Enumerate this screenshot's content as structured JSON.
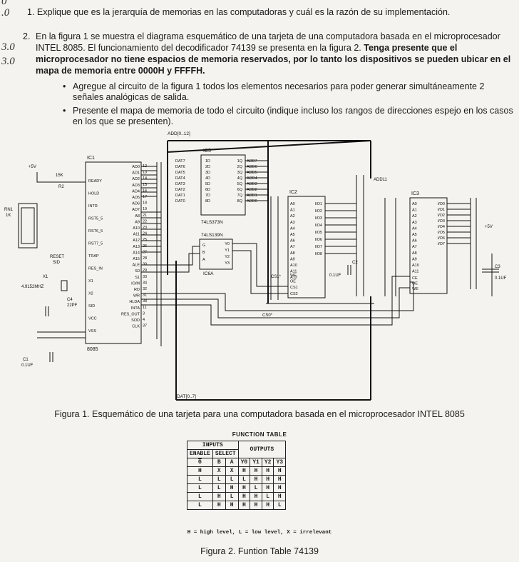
{
  "margin_marks": [
    "0",
    ".0",
    "3.0",
    "3.0"
  ],
  "q1": {
    "num": "1.",
    "text": "Explique que es la jerarquía de memorias en las computadoras y cuál es la razón de su implementación."
  },
  "q2": {
    "num": "2.",
    "text_a": "En la figura 1 se muestra el diagrama esquemático de una tarjeta de una computadora basada en el microprocesador INTEL 8085. El funcionamiento del decodificador 74139 se presenta en la figura 2.",
    "text_b": "Tenga presente que el microprocesador no tiene espacios de memoria reservados, por lo tanto los dispositivos se pueden ubicar en el mapa de memoria entre 0000H y FFFFH.",
    "bullets": [
      "Agregue al circuito de la figura 1 todos los elementos necesarios para poder generar simultáneamente 2 señales analógicas de salida.",
      "Presente el mapa de memoria de todo el circuito (indique incluso los rangos de direcciones espejo en los casos en los que se presenten)."
    ]
  },
  "schematic": {
    "labels": {
      "add_bus": "ADD[0..12]",
      "dat_bus": "DAT[0..7]",
      "ad011": "ADD11",
      "ic1": "IC1",
      "ic2": "IC2",
      "ic3": "IC3",
      "ic5": "IC5",
      "ic6a": "IC6A",
      "cpu": "8085",
      "latch": "74LS373N",
      "dec": "74LS139N",
      "r2": "R2",
      "r2v": "15K",
      "rn1": "RN1",
      "rn1v": "1K",
      "x1": "X1",
      "xtal": "4.9152MHZ",
      "c4": "C4",
      "c4v": "22PF",
      "c1": "C1",
      "c1v": "0.1UF",
      "c2": "C2",
      "c2v": "0.1UF",
      "c3": "C3",
      "c3v": "0.1UF",
      "v5": "+5V",
      "reset": "RESET",
      "sid": "SID",
      "cs0": "CS0*",
      "cs1": "CS1*"
    },
    "ic1_left": [
      "READY",
      "HOLD",
      "INTR",
      "RST5_5",
      "RST6_5",
      "RST7_5",
      "TRAP",
      "RES_IN",
      "X1",
      "X2",
      "SID",
      "VCC",
      "VSS"
    ],
    "ic1_right": [
      "AD0",
      "AD1",
      "AD2",
      "AD3",
      "AD4",
      "AD5",
      "AD6",
      "AD7",
      "A8",
      "A9",
      "A10",
      "A11",
      "A12",
      "A13",
      "A14",
      "A15",
      "ALE",
      "S0",
      "S1",
      "IO/M",
      "RD",
      "WR",
      "HLDA",
      "INTA",
      "RES_OUT",
      "SOD",
      "CLK"
    ],
    "ic5_in": [
      "1D",
      "2D",
      "3D",
      "4D",
      "5D",
      "6D",
      "7D",
      "8D"
    ],
    "ic5_out": [
      "1Q",
      "2Q",
      "3Q",
      "4Q",
      "5Q",
      "6Q",
      "7Q",
      "8Q"
    ],
    "ic5_dat": [
      "DAT7",
      "DAT6",
      "DAT5",
      "DAT4",
      "DAT3",
      "DAT2",
      "DAT1",
      "DAT0"
    ],
    "ic5_add": [
      "ADD7",
      "ADD6",
      "ADD5",
      "ADD4",
      "ADD3",
      "ADD2",
      "ADD1",
      "ADD0"
    ],
    "ic6_in": [
      "G",
      "B",
      "A"
    ],
    "ic6_out": [
      "Y0",
      "Y1",
      "Y2",
      "Y3"
    ],
    "ic2_addr": [
      "A0",
      "A1",
      "A2",
      "A3",
      "A4",
      "A5",
      "A6",
      "A7",
      "A8",
      "A9",
      "A10",
      "A11",
      "A12"
    ],
    "ic2_io": [
      "I/O1",
      "I/O2",
      "I/O3",
      "I/O4",
      "I/O5",
      "I/O6",
      "I/O7",
      "I/O8"
    ],
    "ic2_ctrl": [
      "WE",
      "OE",
      "CS1",
      "CS2"
    ],
    "ic3_addr": [
      "A0",
      "A1",
      "A2",
      "A3",
      "A4",
      "A5",
      "A6",
      "A7",
      "A8",
      "A9",
      "A10",
      "A11"
    ],
    "ic3_io": [
      "I/O0",
      "I/O1",
      "I/O2",
      "I/O3",
      "I/O4",
      "I/O5",
      "I/O6",
      "I/O7"
    ],
    "ic3_ctrl": [
      "CE",
      "OE",
      "WE"
    ],
    "pin_numbers": [
      "12",
      "13",
      "14",
      "15",
      "16",
      "17",
      "18",
      "19",
      "21",
      "22",
      "23",
      "24",
      "25",
      "26",
      "27",
      "28",
      "30",
      "29",
      "33",
      "34",
      "32",
      "31",
      "38",
      "11",
      "3",
      "4",
      "37"
    ]
  },
  "fig1_caption": "Figura 1. Esquemático de una tarjeta para una computadora basada en el microprocesador INTEL 8085",
  "function_table": {
    "title": "FUNCTION TABLE",
    "h_inputs": "INPUTS",
    "h_outputs": "OUTPUTS",
    "h_enable": "ENABLE",
    "h_select": "SELECT",
    "h_g": "G",
    "h_b": "B",
    "h_a": "A",
    "h_y": [
      "Y0",
      "Y1",
      "Y2",
      "Y3"
    ],
    "rows": [
      {
        "g": "H",
        "b": "X",
        "a": "X",
        "y": [
          "H",
          "H",
          "H",
          "H"
        ]
      },
      {
        "g": "L",
        "b": "L",
        "a": "L",
        "y": [
          "L",
          "H",
          "H",
          "H"
        ]
      },
      {
        "g": "L",
        "b": "L",
        "a": "H",
        "y": [
          "H",
          "L",
          "H",
          "H"
        ]
      },
      {
        "g": "L",
        "b": "H",
        "a": "L",
        "y": [
          "H",
          "H",
          "L",
          "H"
        ]
      },
      {
        "g": "L",
        "b": "H",
        "a": "H",
        "y": [
          "H",
          "H",
          "H",
          "L"
        ]
      }
    ],
    "note": "H = high level, L = low level, X = irrelevant"
  },
  "fig2_caption": "Figura 2. Funtion Table 74139"
}
